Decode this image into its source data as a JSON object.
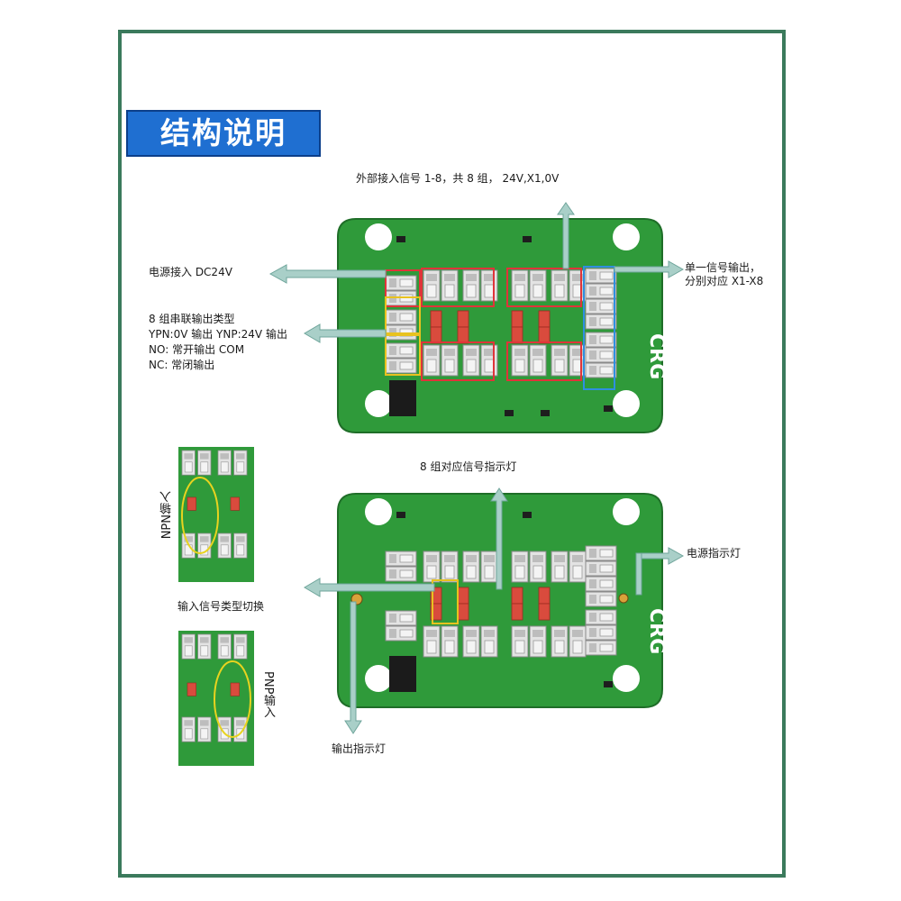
{
  "title": "结构说明",
  "board1": {
    "top_label": "外部接入信号 1-8，共 8 组， 24V,X1,0V",
    "power_in": "电源接入 DC24V",
    "output_type": {
      "line1": "8 组串联输出类型",
      "line2": "YPN:0V 输出  YNP:24V 输出",
      "line3": "NO: 常开输出 COM",
      "line4": "NC: 常闭输出"
    },
    "single_out": {
      "line1": "单一信号输出，",
      "line2": "分别对应 X1-X8"
    }
  },
  "board2": {
    "top_label": "8 组对应信号指示灯",
    "power_led": "电源指示灯",
    "output_led": "输出指示灯"
  },
  "switch": {
    "label": "输入信号类型切换",
    "npn": "NPN输入",
    "pnp": "PNP输入"
  },
  "brand": "CRG",
  "colors": {
    "frame": "#3b7a5c",
    "title_bg": "#1f6fd1",
    "pcb": "#2f9a3a",
    "arrow": "#a9cfc8"
  }
}
